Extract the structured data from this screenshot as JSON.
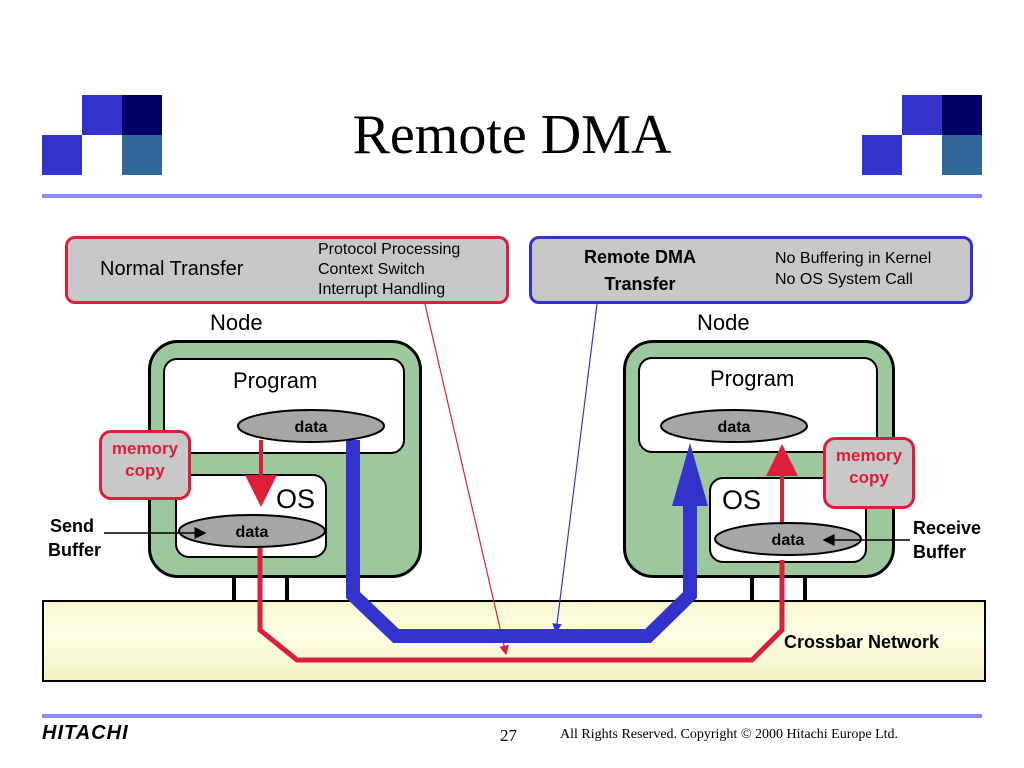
{
  "title": "Remote DMA",
  "normal_transfer": {
    "label": "Normal Transfer",
    "items": [
      "Protocol Processing",
      "Context Switch",
      "Interrupt Handling"
    ]
  },
  "remote_dma": {
    "label_line1": "Remote DMA",
    "label_line2": "Transfer",
    "items": [
      "No Buffering in Kernel",
      "No OS System Call"
    ]
  },
  "left_node": {
    "node_label": "Node",
    "program_label": "Program",
    "os_label": "OS",
    "program_data": "data",
    "os_data": "data",
    "memory_copy": [
      "memory",
      "copy"
    ],
    "side_label": [
      "Send",
      "Buffer"
    ]
  },
  "right_node": {
    "node_label": "Node",
    "program_label": "Program",
    "os_label": "OS",
    "program_data": "data",
    "os_data": "data",
    "memory_copy": [
      "memory",
      "copy"
    ],
    "side_label": [
      "Receive",
      "Buffer"
    ]
  },
  "network_label": "Crossbar Network",
  "footer": {
    "logo": "HITACHI",
    "page": "27",
    "copyright": "All Rights Reserved. Copyright © 2000 Hitachi Europe Ltd."
  },
  "colors": {
    "accent_blue": "#3333cc",
    "dark_navy": "#000066",
    "steel_blue": "#336699",
    "rule": "#8c8cf0",
    "red": "#dd1e3b",
    "node_green": "#9dc79d"
  }
}
